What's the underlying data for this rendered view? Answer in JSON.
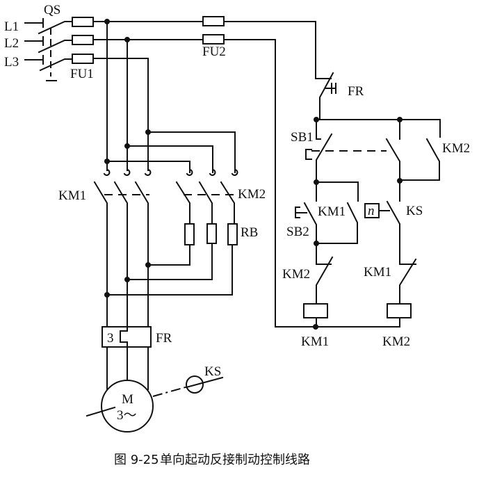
{
  "figure": {
    "caption_number": "图 9-25",
    "caption_title": "单向起动反接制动控制线路"
  },
  "labels": {
    "l1": "L1",
    "l2": "L2",
    "l3": "L3",
    "qs": "QS",
    "fu1": "FU1",
    "fu2": "FU2",
    "fr_contact": "FR",
    "sb1": "SB1",
    "km2_hold": "KM2",
    "sb2": "SB2",
    "km1_hold": "KM1",
    "ks_contact": "KS",
    "ks_n": "n",
    "km2_interlock": "KM2",
    "km1_interlock": "KM1",
    "km1_coil": "KM1",
    "km2_coil": "KM2",
    "km1_main": "KM1",
    "km2_main": "KM2",
    "rb": "RB",
    "fr_relay": "FR",
    "fr_relay_num": "3",
    "motor_m": "M",
    "motor_phase": "3～",
    "ks_sensor": "KS"
  }
}
